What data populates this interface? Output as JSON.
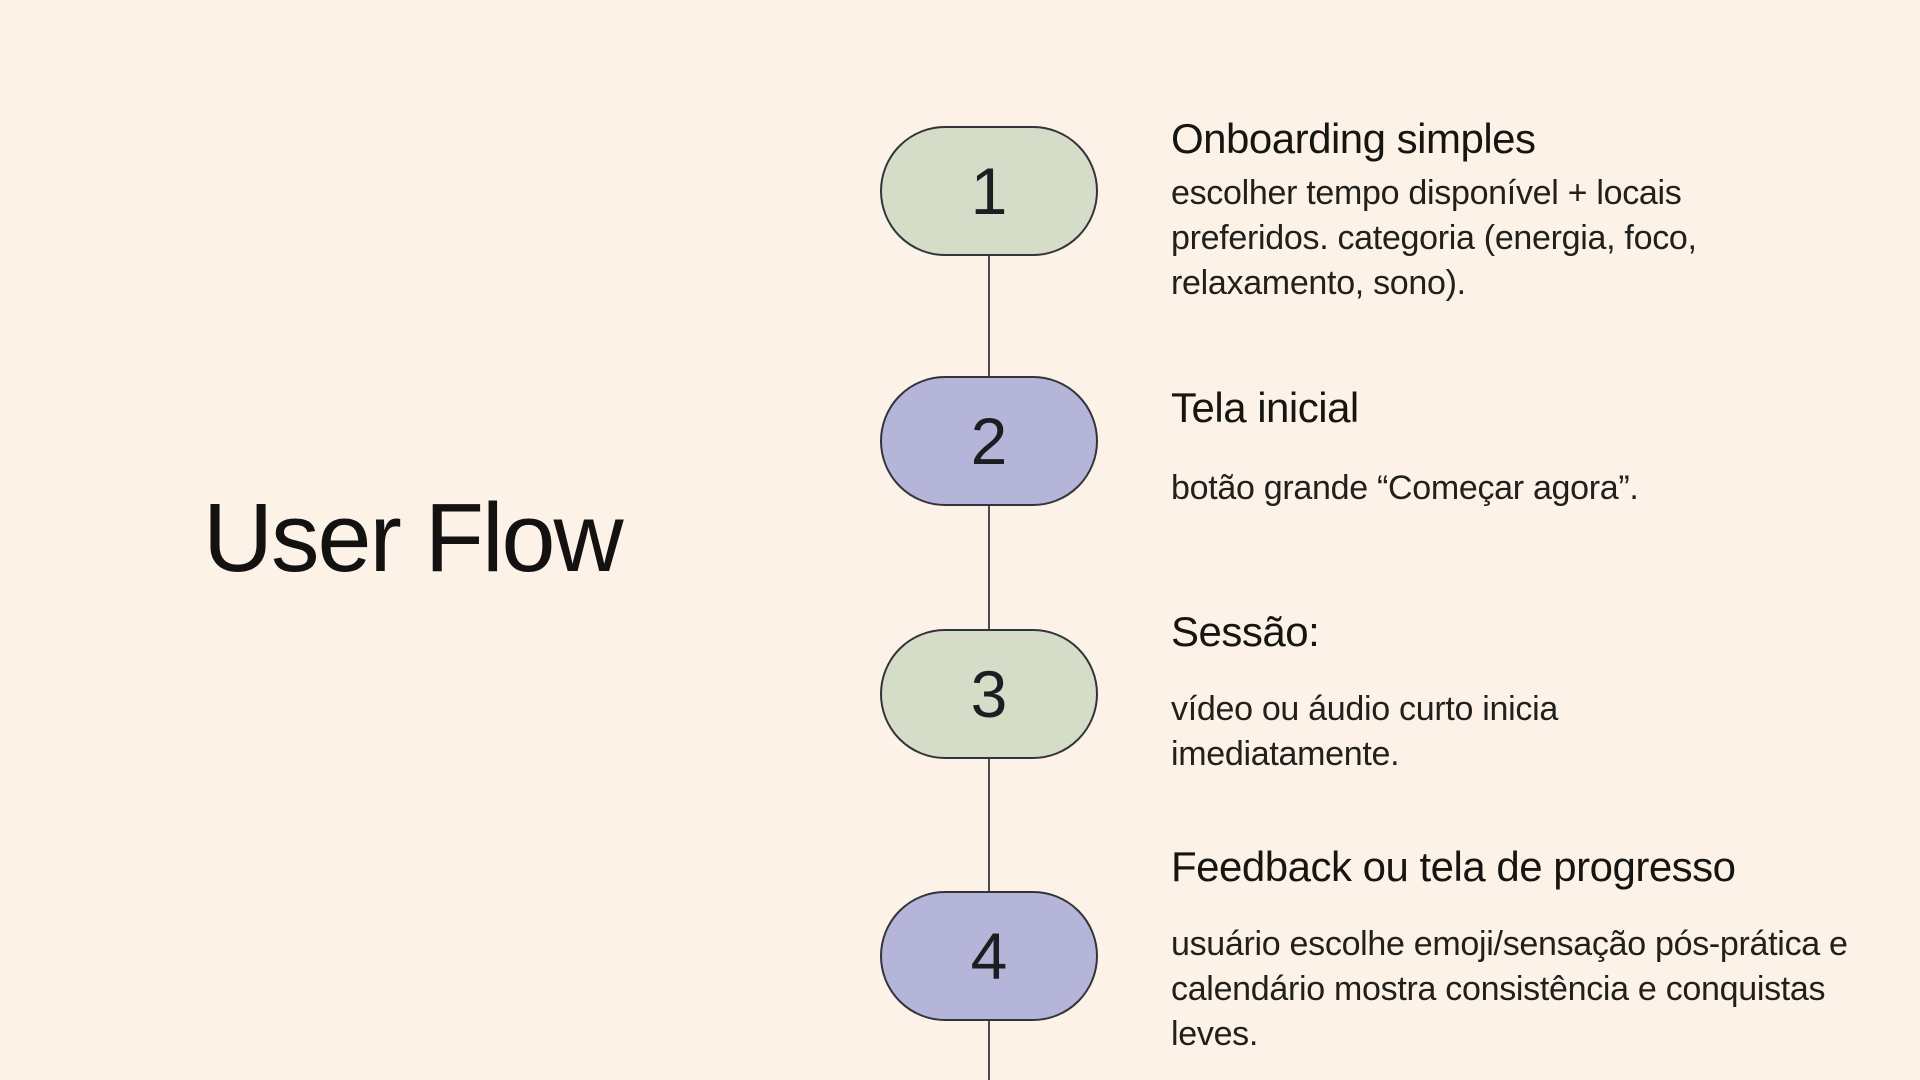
{
  "page": {
    "title": "User Flow"
  },
  "theme": {
    "background": "#FCF2E8",
    "pill_green": "#D5DDC8",
    "pill_purple": "#B4B5D8",
    "pill_border": "#33343A",
    "connector_line": "#4B4B52",
    "text_color": "#161511"
  },
  "flow": {
    "steps": [
      {
        "number": "1",
        "color": "green",
        "title": "Onboarding simples",
        "description": "escolher tempo disponível + locais\npreferidos. categoria (energia, foco,\nrelaxamento, sono)."
      },
      {
        "number": "2",
        "color": "purple",
        "title": "Tela inicial",
        "description": "botão grande “Começar agora”."
      },
      {
        "number": "3",
        "color": "green",
        "title": "Sessão:",
        "description": "vídeo ou áudio curto inicia\nimediatamente."
      },
      {
        "number": "4",
        "color": "purple",
        "title": "Feedback ou tela de progresso",
        "description": "usuário escolhe emoji/sensação pós-prática e\ncalendário mostra consistência e conquistas\nleves."
      }
    ]
  }
}
